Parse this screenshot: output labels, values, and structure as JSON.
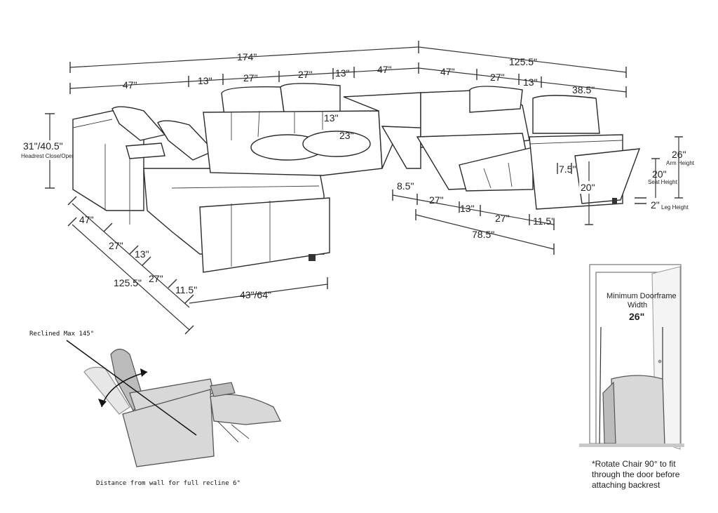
{
  "dimensions": {
    "total_width": "174\"",
    "right_width": "125.5\"",
    "top_row": [
      "47\"",
      "13\"",
      "27\"",
      "27\"",
      "13\"",
      "47\""
    ],
    "right_row": [
      "47\"",
      "27\"",
      "13\"",
      "38.5\""
    ],
    "height_label": "31\"/40.5\"",
    "height_caption": "Headrest Close/Open",
    "left_side_row": [
      "47\"",
      "27\"",
      "13\"",
      "27\"",
      "11.5\""
    ],
    "left_total": "125.5\"",
    "front_depth": "43\"/64\"",
    "console_depth": "13\"",
    "corner_depth": "23\"",
    "bottom_right_row": [
      "8.5\"",
      "27\"",
      "13\"",
      "27\"",
      "11.5\""
    ],
    "bottom_right_total": "78.5\"",
    "arm_inset": "7.5\"",
    "front_height": "20\"",
    "arm_height": "26\"",
    "arm_caption": "Arm Height",
    "seat_height": "20\"",
    "seat_caption": "Seat Height",
    "leg_height": "2\"",
    "leg_caption": "Leg Height"
  },
  "recline": {
    "max_label": "Reclined Max 145°",
    "wall_note": "Distance from wall for full recline 6\""
  },
  "doorframe": {
    "title_line1": "Minimum Doorframe",
    "title_line2": "Width",
    "width": "26\"",
    "note_line1": "*Rotate Chair 90° to fit",
    "note_line2": "through the door before",
    "note_line3": "attaching backrest"
  }
}
